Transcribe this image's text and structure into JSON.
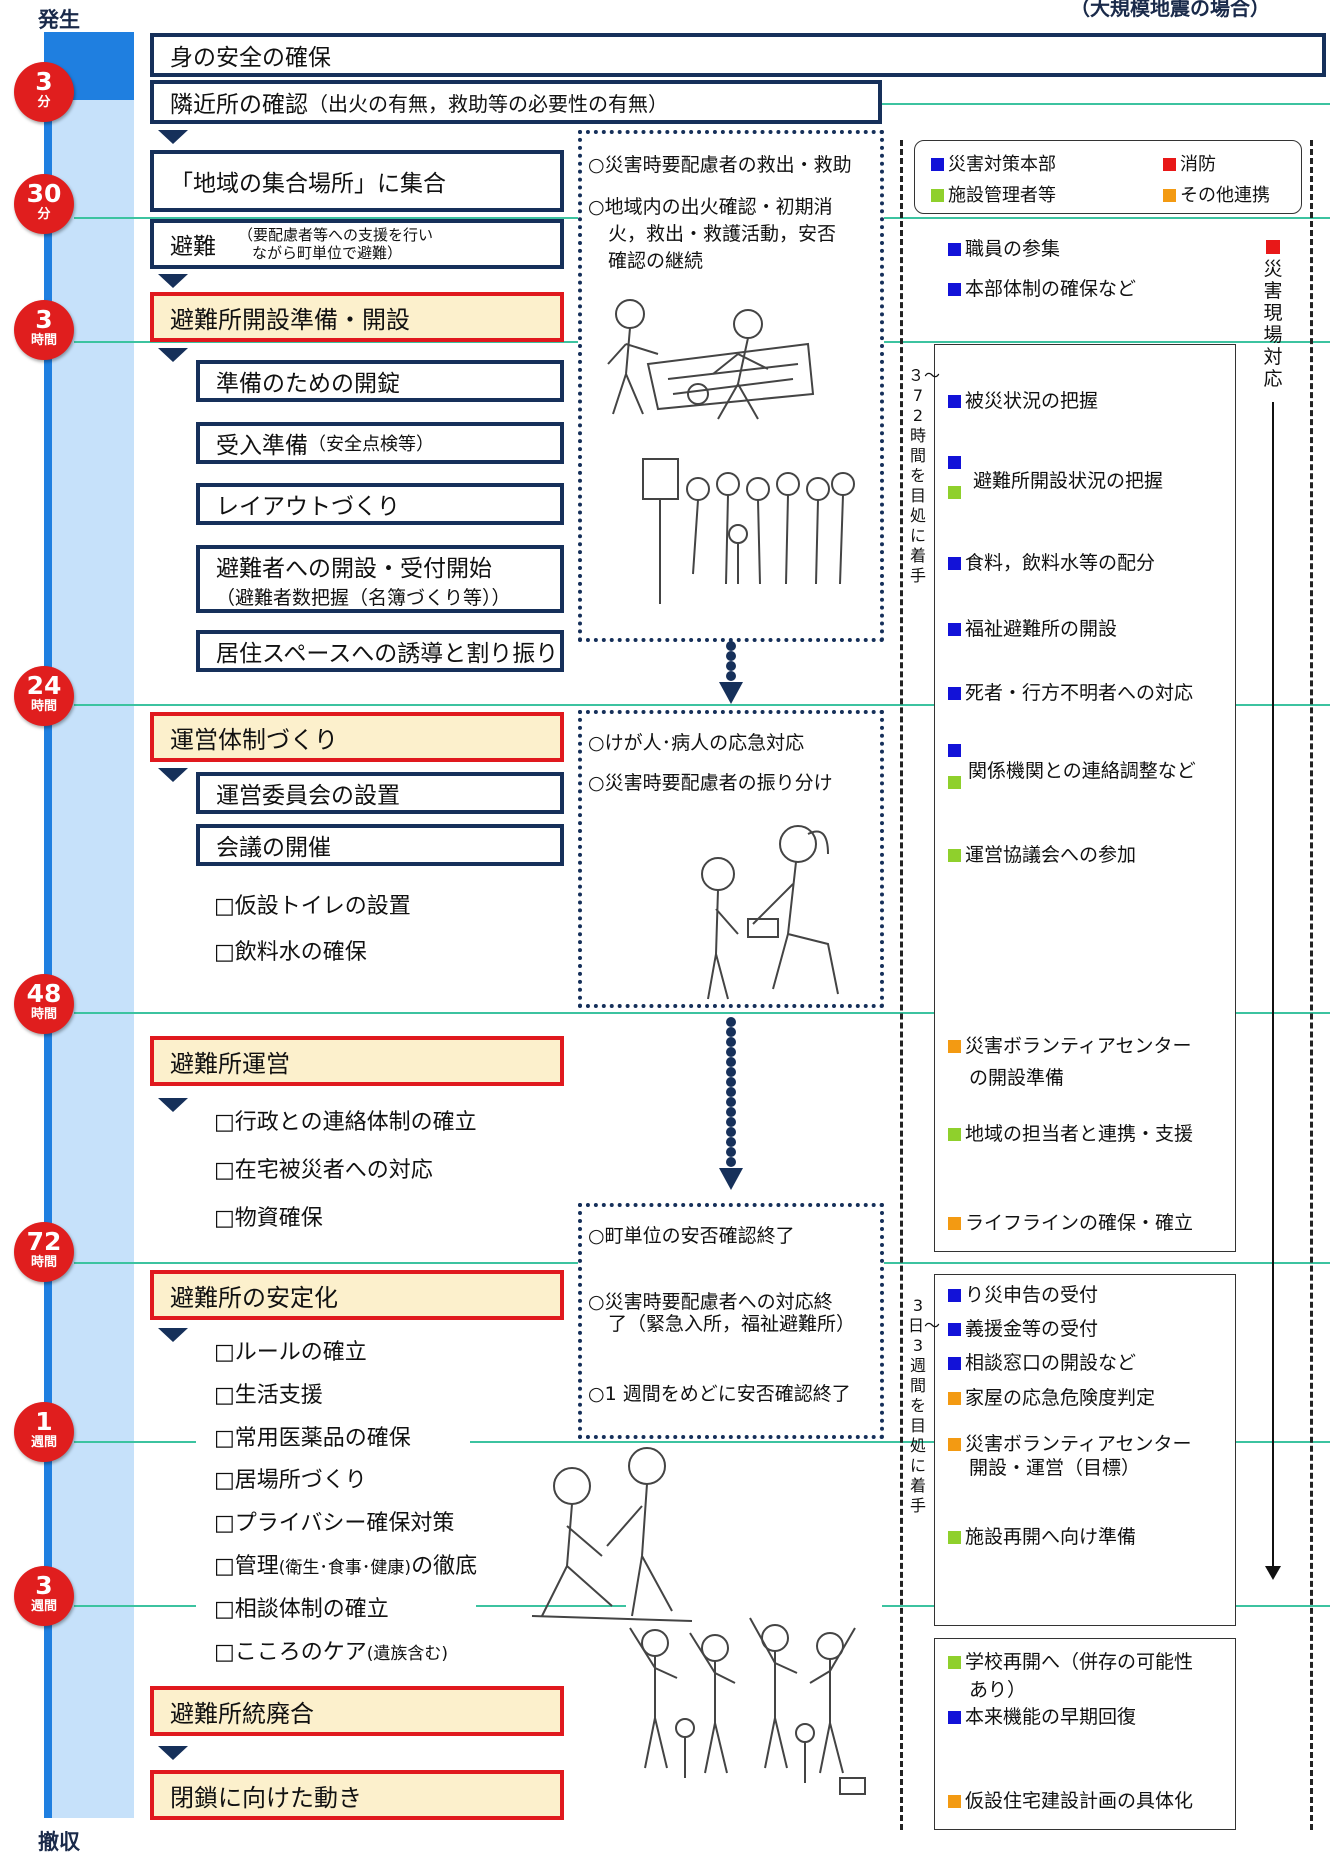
{
  "header": {
    "start": "発生",
    "end": "撤収",
    "subtitle": "（大規模地震の場合）"
  },
  "markers": [
    {
      "num": "3",
      "unit": "分"
    },
    {
      "num": "30",
      "unit": "分"
    },
    {
      "num": "3",
      "unit": "時間"
    },
    {
      "num": "24",
      "unit": "時間"
    },
    {
      "num": "48",
      "unit": "時間"
    },
    {
      "num": "72",
      "unit": "時間"
    },
    {
      "num": "1",
      "unit": "週間"
    },
    {
      "num": "3",
      "unit": "週間"
    }
  ],
  "steps": {
    "safety": "身の安全の確保",
    "neighbors_main": "隣近所の確認",
    "neighbors_sub": "（出火の有無，救助等の必要性の有無）",
    "gather": "「地域の集合場所」に集合",
    "evacuate": "避難",
    "evacuate_note1": "（要配慮者等への支援を行い",
    "evacuate_note2": "ながら町単位で避難）",
    "open_prep": "避難所開設準備・開設",
    "unlock": "準備のための開錠",
    "receive_main": "受入準備",
    "receive_sub": "（安全点検等）",
    "layout": "レイアウトづくり",
    "reception_1": "避難者への開設・受付開始",
    "reception_2": "（避難者数把握（名簿づくり等））",
    "space": "居住スペースへの誘導と割り振り",
    "org": "運営体制づくり",
    "committee": "運営委員会の設置",
    "meeting": "会議の開催",
    "toilet": "□仮設トイレの設置",
    "water": "□飲料水の確保",
    "operate": "避難所運営",
    "gov": "□行政との連絡体制の確立",
    "home": "□在宅被災者への対応",
    "supplies": "□物資確保",
    "stabilize": "避難所の安定化",
    "rules": "□ルールの確立",
    "life": "□生活支援",
    "medicine": "□常用医薬品の確保",
    "place": "□居場所づくり",
    "privacy": "□プライバシー確保対策",
    "manage_a": "□管理",
    "manage_b": "(衛生･食事･健康)",
    "manage_c": "の徹底",
    "consult": "□相談体制の確立",
    "care_a": "□こころのケア",
    "care_b": "(遺族含む)",
    "consolidate": "避難所統廃合",
    "closing": "閉鎖に向けた動き"
  },
  "middle": {
    "b1_1": "○災害時要配慮者の救出・救助",
    "b1_2a": "○地域内の出火確認・初期消",
    "b1_2b": "火，救出・救護活動，安否",
    "b1_2c": "確認の継続",
    "b2_1": "○けが人･病人の応急対応",
    "b2_2": "○災害時要配慮者の振り分け",
    "b3_1": "○町単位の安否確認終了",
    "b3_2a": "○災害時要配慮者への対応終",
    "b3_2b": "了（緊急入所，福祉避難所）",
    "b3_3": "○1 週間をめどに安否確認終了"
  },
  "legend": {
    "hq": "災害対策本部",
    "fire": "消防",
    "facility": "施設管理者等",
    "other": "その他連携",
    "colors": {
      "hq": "#1212d8",
      "fire": "#e81818",
      "facility": "#8fd02c",
      "other": "#f39a12"
    }
  },
  "right": {
    "staff": "職員の参集",
    "hq_setup": "本部体制の確保など",
    "damage": "被災状況の把握",
    "shelter_status": "避難所開設状況の把握",
    "food": "食料，飲料水等の配分",
    "welfare": "福祉避難所の開設",
    "dead": "死者・行方不明者への対応",
    "coord": "関係機関との連絡調整など",
    "council": "運営協議会への参加",
    "volunteer_a": "災害ボランティアセンター",
    "volunteer_b": "の開設準備",
    "local": "地域の担当者と連携・支援",
    "lifeline": "ライフラインの確保・確立",
    "cert": "り災申告の受付",
    "donation": "義援金等の受付",
    "window": "相談窓口の開設など",
    "house": "家屋の応急危険度判定",
    "volunteer2_a": "災害ボランティアセンター",
    "volunteer2_b": "開設・運営（目標）",
    "facility_reopen": "施設再開へ向け準備",
    "school_a": "学校再開へ（併存の可能性",
    "school_b": "あり）",
    "restore": "本来機能の早期回復",
    "housing": "仮設住宅建設計画の具体化",
    "period1": "３〜72時間を目処に着手",
    "period2": "3日〜3週間を目処に着手",
    "fire_col": "災害現場対応"
  }
}
